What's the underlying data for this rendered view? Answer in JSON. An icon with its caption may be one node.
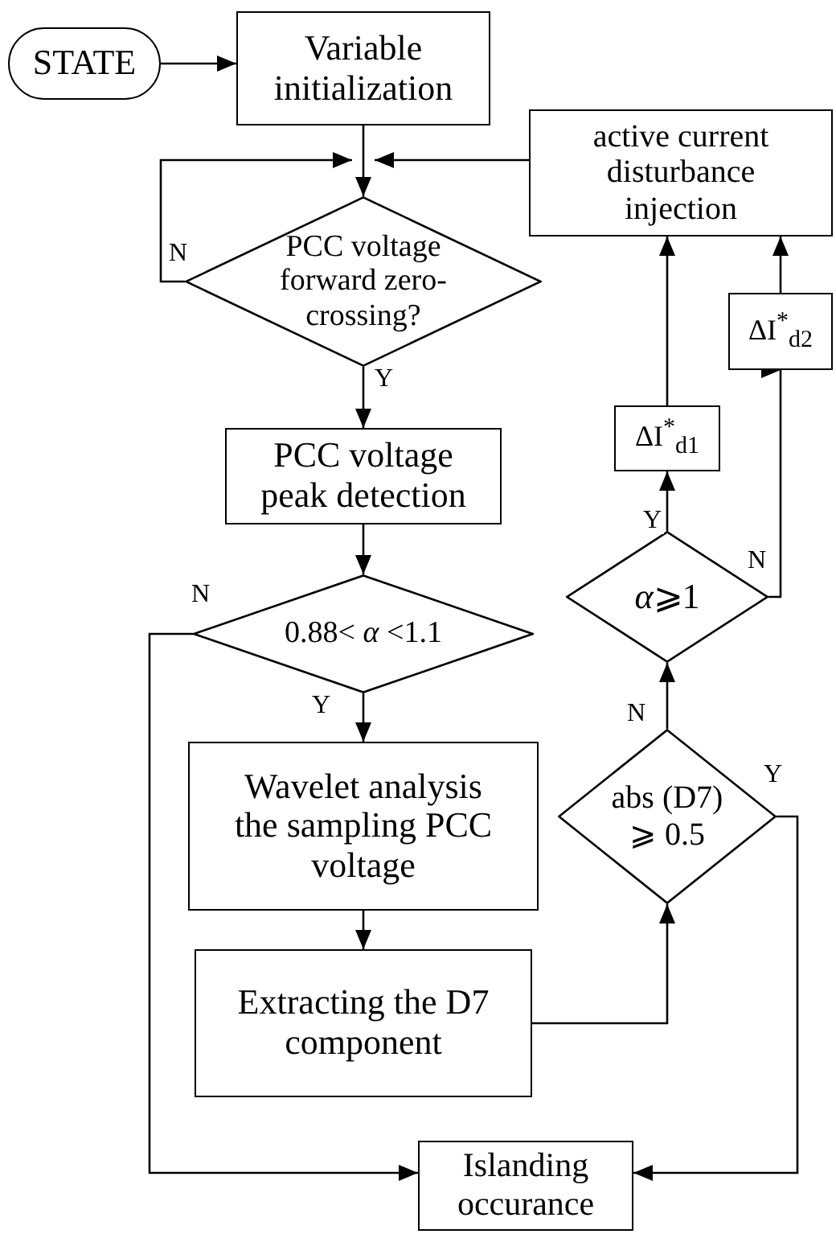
{
  "diagram": {
    "nodes": [
      {
        "text": [
          "STATE"
        ]
      },
      {
        "text": [
          "Variable initialization"
        ]
      },
      {
        "text": [
          "PCC voltage forward zero-crossing?"
        ]
      },
      {
        "text": [
          "PCC voltage peak detection"
        ]
      },
      {
        "text": [
          "0.88< *α* <1.1"
        ]
      },
      {
        "text": [
          "Wavelet analysis the sampling PCC voltage"
        ]
      },
      {
        "text": [
          "Extracting the D7 component"
        ]
      },
      {
        "text": [
          "Islanding occurance"
        ]
      },
      {
        "text": [
          "active current disturbance injection"
        ]
      },
      {
        "text": [
          "ΔI$^{*}$$_{d1}$"
        ]
      },
      {
        "text": [
          "ΔI$^{*}$$_{d2}$"
        ]
      },
      {
        "text": [
          "*α*⩾1"
        ]
      },
      {
        "text": [
          "abs (D7) ⩾ 0.5"
        ]
      }
    ],
    "edges": [
      {
        "from": 0,
        "to": 1,
        "arrow": "to"
      },
      {
        "from": 1,
        "to": 2,
        "arrow": "to"
      },
      {
        "from": 2,
        "to": 2,
        "arrow": "to",
        "label": "N"
      },
      {
        "from": 8,
        "to": 2,
        "arrow": "to"
      },
      {
        "from": 2,
        "to": 3,
        "arrow": "to",
        "label": "Y"
      },
      {
        "from": 3,
        "to": 4,
        "arrow": "to"
      },
      {
        "from": 4,
        "to": 5,
        "arrow": "to",
        "label": "Y"
      },
      {
        "from": 4,
        "to": 7,
        "arrow": "to",
        "label": "N"
      },
      {
        "from": 5,
        "to": 6,
        "arrow": "to"
      },
      {
        "from": 6,
        "to": 12,
        "arrow": "to"
      },
      {
        "from": 12,
        "to": 11,
        "arrow": "to",
        "label": "N"
      },
      {
        "from": 12,
        "to": 7,
        "arrow": "to",
        "label": "Y"
      },
      {
        "from": 11,
        "to": 9,
        "arrow": "to",
        "label": "Y"
      },
      {
        "from": 11,
        "to": 10,
        "arrow": "to",
        "label": "N"
      },
      {
        "from": 9,
        "to": 8,
        "arrow": "to"
      },
      {
        "from": 10,
        "to": 8,
        "arrow": "to"
      }
    ]
  }
}
